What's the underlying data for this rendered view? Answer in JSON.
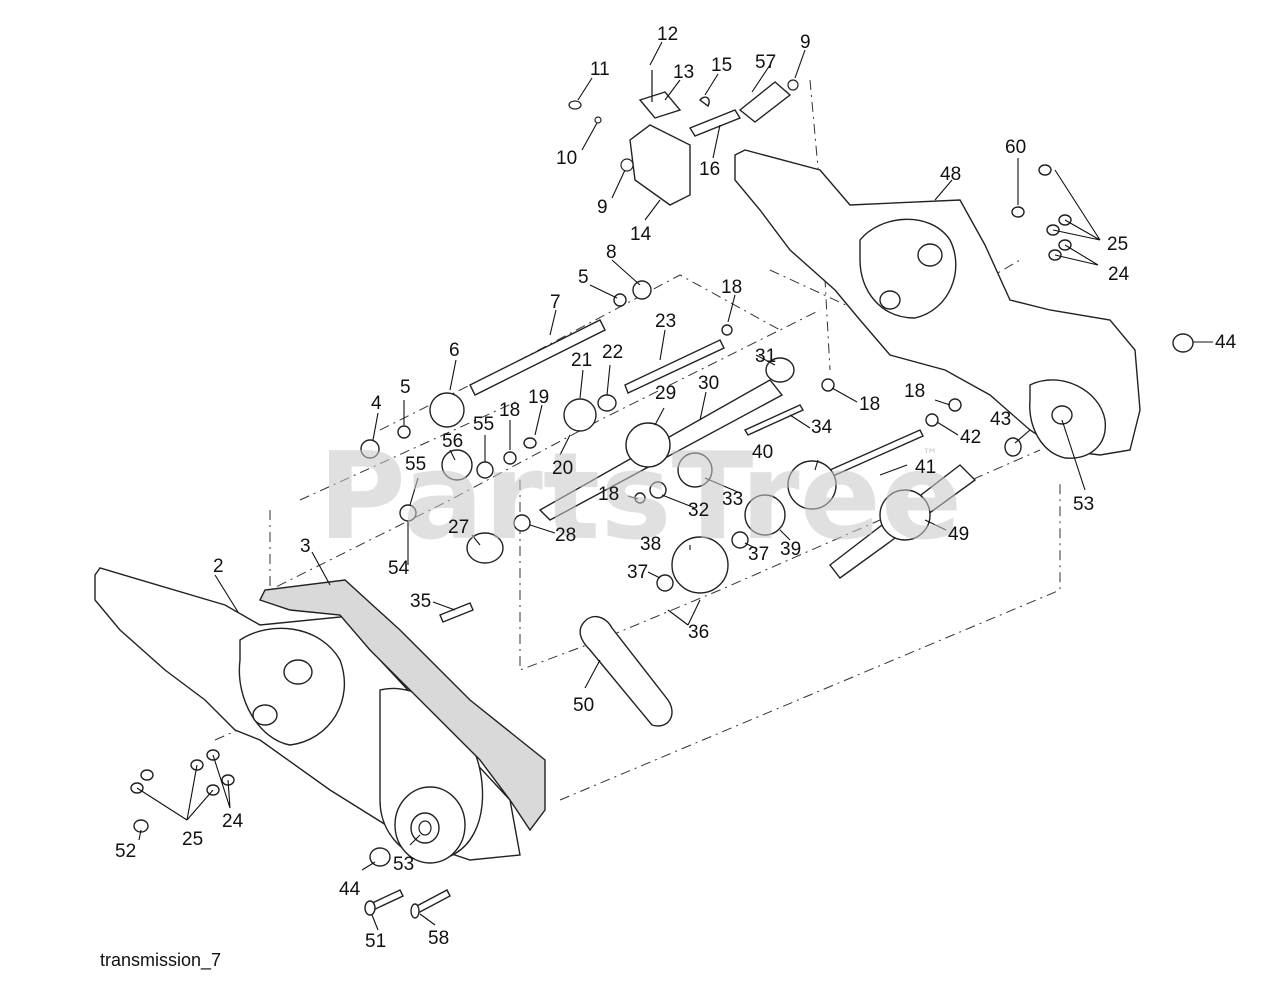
{
  "diagram": {
    "caption": "transmission_7",
    "watermark": "PartsTree",
    "watermark_mark": "™",
    "part_labels": [
      "2",
      "3",
      "4",
      "5",
      "5",
      "6",
      "7",
      "8",
      "9",
      "9",
      "10",
      "11",
      "12",
      "13",
      "14",
      "15",
      "16",
      "18",
      "18",
      "18",
      "18",
      "18",
      "19",
      "20",
      "21",
      "22",
      "23",
      "24",
      "24",
      "25",
      "25",
      "27",
      "28",
      "29",
      "30",
      "31",
      "32",
      "33",
      "34",
      "35",
      "36",
      "37",
      "37",
      "38",
      "39",
      "40",
      "41",
      "42",
      "43",
      "44",
      "44",
      "48",
      "49",
      "50",
      "51",
      "52",
      "53",
      "53",
      "54",
      "55",
      "55",
      "56",
      "57",
      "58",
      "60"
    ]
  }
}
